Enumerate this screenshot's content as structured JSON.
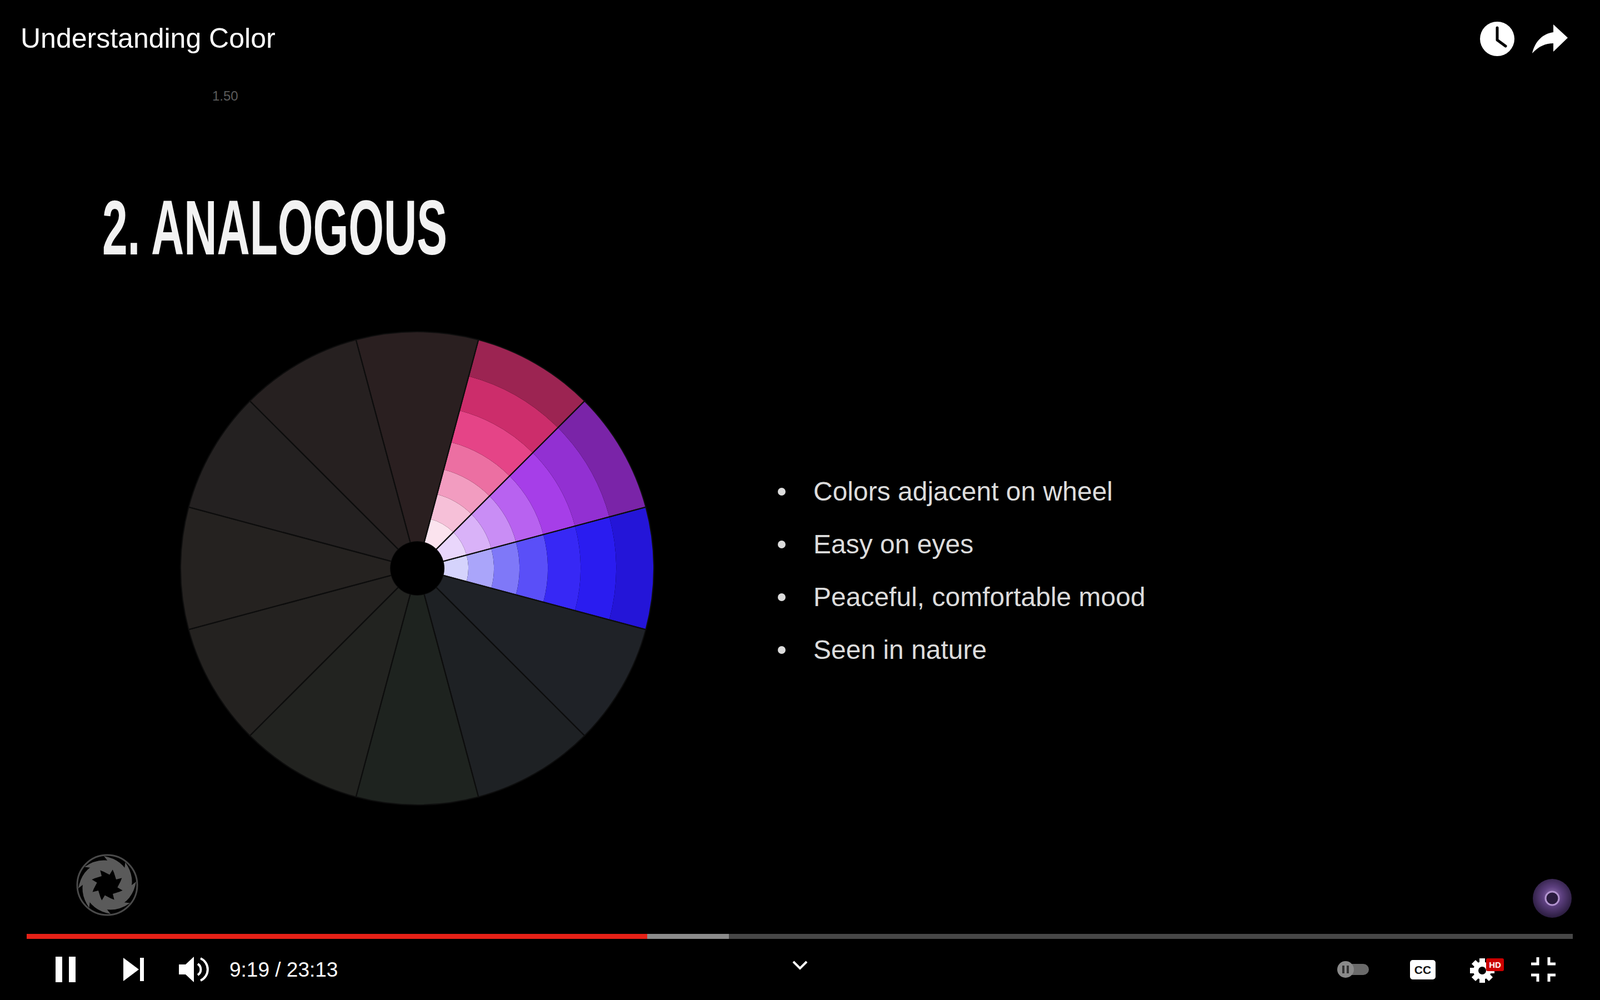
{
  "diagram": {
    "title": "Understanding Color",
    "labels": [
      "1.50",
      "2. ANALOGOUS",
      "Colors adjacent on wheel",
      "Easy on eyes",
      "Peaceful, comfortable mood",
      "Seen in nature",
      "9:19 / 23:13",
      "CC",
      "HD"
    ]
  }
}
